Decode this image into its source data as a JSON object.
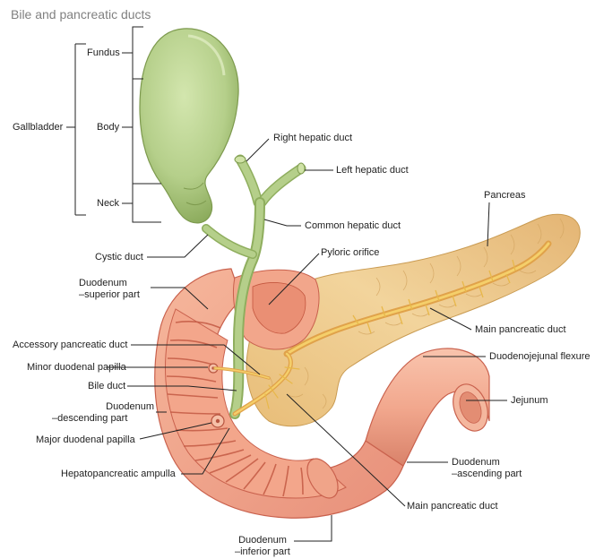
{
  "title": "Bile and pancreatic ducts",
  "labels": {
    "fundus": "Fundus",
    "body": "Body",
    "gallbladder": "Gallbladder",
    "neck": "Neck",
    "cystic_duct": "Cystic duct",
    "right_hepatic_duct": "Right hepatic duct",
    "left_hepatic_duct": "Left hepatic duct",
    "common_hepatic_duct": "Common hepatic duct",
    "pancreas": "Pancreas",
    "pyloric_orifice": "Pyloric orifice",
    "duodenum_superior": [
      "Duodenum",
      "–superior part"
    ],
    "main_pancreatic_duct_1": "Main pancreatic duct",
    "accessory_pancreatic_duct": "Accessory pancreatic duct",
    "duodenojejunal_flexure": "Duodenojejunal flexure",
    "minor_duodenal_papilla": "Minor duodenal papilla",
    "bile_duct": "Bile duct",
    "jejunum": "Jejunum",
    "duodenum_descending": [
      "Duodenum",
      "–descending part"
    ],
    "major_duodenal_papilla": "Major duodenal papilla",
    "hepatopancreatic_ampulla": "Hepatopancreatic ampulla",
    "duodenum_ascending": [
      "Duodenum",
      "–ascending part"
    ],
    "main_pancreatic_duct_2": "Main pancreatic duct",
    "duodenum_inferior": [
      "Duodenum",
      "–inferior part"
    ]
  },
  "colors": {
    "gallbladder": "#b5cf8a",
    "gallbladder_dark": "#8fae5e",
    "pancreas": "#ecc98a",
    "pancreas_dark": "#c99b52",
    "duodenum": "#f0a489",
    "duodenum_dark": "#d06a55",
    "duct_yellow": "#e8b84a",
    "title": "#808080",
    "leader": "#222222"
  }
}
